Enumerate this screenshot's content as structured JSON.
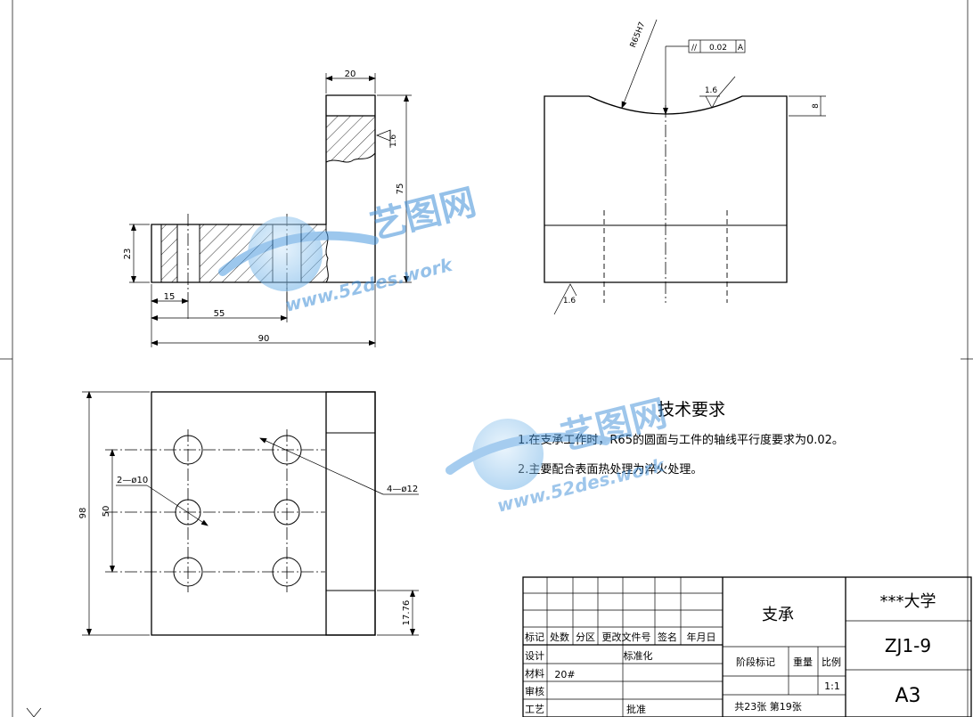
{
  "dimensions": {
    "top_width": "20",
    "side_height": "75",
    "base_height": "23",
    "hole_offset": "15",
    "center_offset": "55",
    "overall_length": "90",
    "front_radius": "R65H7",
    "groove_depth": "8",
    "plan_height": "98",
    "hole_spacing": "50",
    "slot_height": "17.76",
    "small_holes": "2—ø10",
    "large_holes": "4—ø12"
  },
  "roughness": {
    "side": "1.6",
    "arc": "1.6",
    "base": "1.6"
  },
  "tolerance": {
    "symbol": "//",
    "value": "0.02",
    "datum": "A"
  },
  "technical_requirements": {
    "heading": "技术要求",
    "item1": "1.在支承工作时，R65的圆面与工件的轴线平行度要求为0.02。",
    "item2": "2.主要配合表面热处理为淬火处理。"
  },
  "title_block": {
    "part_name": "支承",
    "school": "***大学",
    "drawing_number": "ZJ1-9",
    "sheet_size": "A3",
    "material": "20#",
    "scale": "1:1",
    "sheet_info": "共23张  第19张",
    "labels": {
      "mark": "标记",
      "count": "处数",
      "zone": "分区",
      "change_doc": "更改文件号",
      "signature": "签名",
      "date": "年月日",
      "design": "设计",
      "standardize": "标准化",
      "material": "材料",
      "review": "审核",
      "process": "工艺",
      "approve": "批准",
      "stage_mark": "阶段标记",
      "weight": "重量",
      "scale": "比例"
    }
  },
  "watermark": {
    "brand": "艺图网",
    "url": "www.52des.work"
  }
}
